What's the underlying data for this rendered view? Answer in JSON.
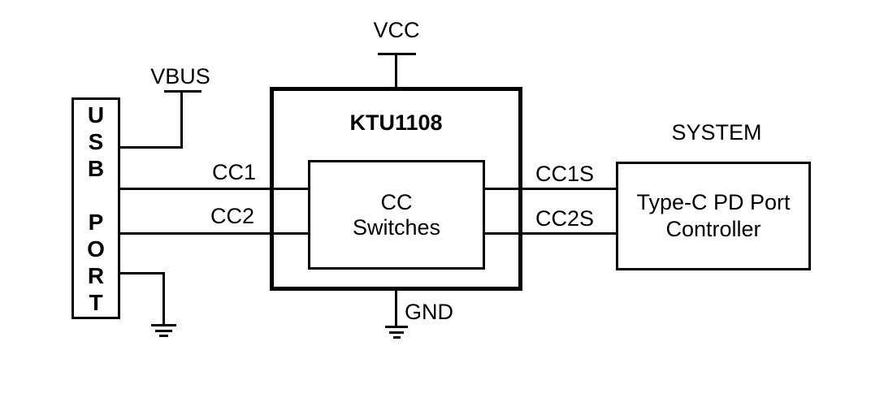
{
  "palette": {
    "ink": "#000000",
    "background": "#ffffff"
  },
  "usb_port": {
    "letters": [
      "U",
      "S",
      "B",
      "P",
      "O",
      "R",
      "T"
    ]
  },
  "ktu1108": {
    "title": "KTU1108"
  },
  "cc_switches": {
    "line1": "CC",
    "line2": "Switches"
  },
  "system": {
    "caption": "SYSTEM"
  },
  "pd_controller": {
    "line1": "Type-C PD Port",
    "line2": "Controller"
  },
  "rails": {
    "vcc": "VCC",
    "vbus": "VBUS",
    "gnd": "GND"
  },
  "nets": {
    "cc1": "CC1",
    "cc2": "CC2",
    "cc1s": "CC1S",
    "cc2s": "CC2S"
  }
}
